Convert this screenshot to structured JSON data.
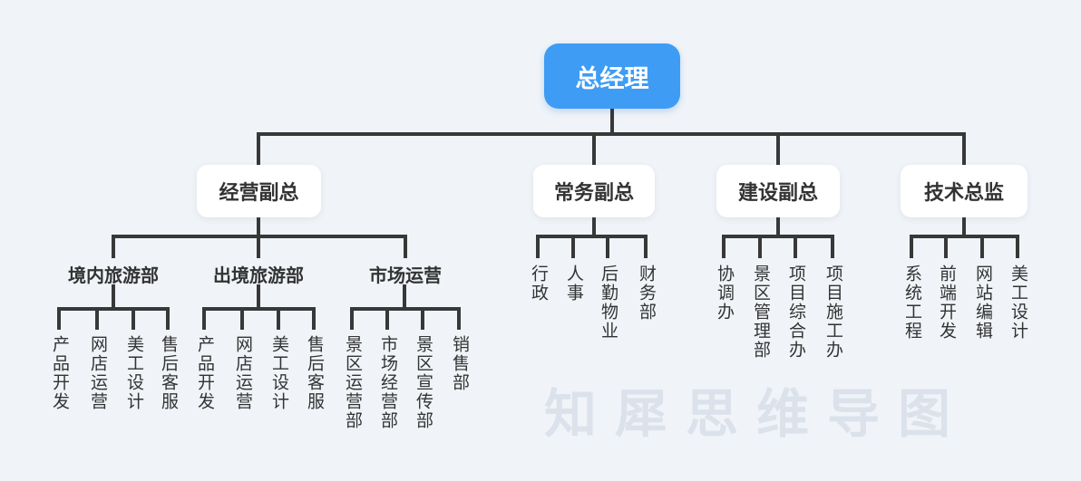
{
  "colors": {
    "bg": "#f0f4f8",
    "line": "#383838",
    "accent": "#3e9cf4",
    "box": "#ffffff",
    "text": "#333333",
    "watermark_color": "#c2cada"
  },
  "tree": {
    "root": "总经理",
    "branches": [
      {
        "label": "经营副总",
        "groups": [
          {
            "label": "境内旅游部",
            "leaves": [
              "产品开发",
              "网店运营",
              "美工设计",
              "售后客服"
            ]
          },
          {
            "label": "出境旅游部",
            "leaves": [
              "产品开发",
              "网店运营",
              "美工设计",
              "售后客服"
            ]
          },
          {
            "label": "市场运营",
            "leaves": [
              "景区运营部",
              "市场经营部",
              "景区宣传部",
              "销售部"
            ]
          }
        ]
      },
      {
        "label": "常务副总",
        "leaves": [
          "行政",
          "人事",
          "后勤物业",
          "财务部"
        ]
      },
      {
        "label": "建设副总",
        "leaves": [
          "协调办",
          "景区管理部",
          "项目综合办",
          "项目施工办"
        ]
      },
      {
        "label": "技术总监",
        "leaves": [
          "系统工程",
          "前端开发",
          "网站编辑",
          "美工设计"
        ]
      }
    ]
  },
  "watermark": "知犀思维导图"
}
